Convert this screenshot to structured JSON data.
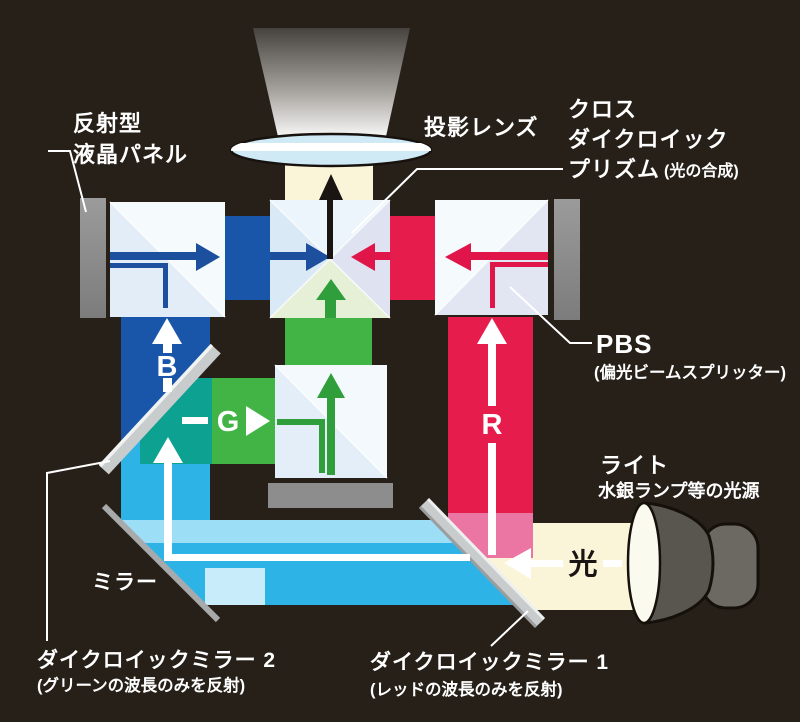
{
  "labels": {
    "panel": {
      "line1": "反射型",
      "line2": "液晶パネル"
    },
    "projection_lens": "投影レンズ",
    "cross_prism": {
      "line1": "クロス",
      "line2": "ダイクロイック",
      "line3": "プリズム",
      "note": "(光の合成)"
    },
    "pbs": {
      "title": "PBS",
      "note": "(偏光ビームスプリッター)"
    },
    "light": {
      "title": "ライト",
      "note": "水銀ランプ等の光源",
      "beam": "光"
    },
    "mirror": "ミラー",
    "dichroic_mirror_2": {
      "title": "ダイクロイックミラー 2",
      "note": "(グリーンの波長のみを反射)"
    },
    "dichroic_mirror_1": {
      "title": "ダイクロイックミラー 1",
      "note": "(レッドの波長のみを反射)"
    },
    "beams": {
      "blue": "B",
      "green": "G",
      "red": "R"
    }
  },
  "colors": {
    "background": "#262019",
    "blue": "#1956a9",
    "blue_arrow": "#1c4f9e",
    "red": "#e61c4d",
    "red_arrow": "#e0164a",
    "green": "#41b445",
    "green_arrow": "#2f9e3b",
    "teal": "#0ca191",
    "cyan": "#2eb3e7",
    "cyan_light": "#9cdef6",
    "cyan_pale": "#c8ecfa",
    "cream": "#faf5d8",
    "pink": "#ec76a3",
    "lens": "#cfe9f5",
    "panel_gray": "#8d8d8d",
    "mirror_gray": "#c9cccd",
    "white": "#ffffff",
    "black_arrow": "#1a1512"
  }
}
